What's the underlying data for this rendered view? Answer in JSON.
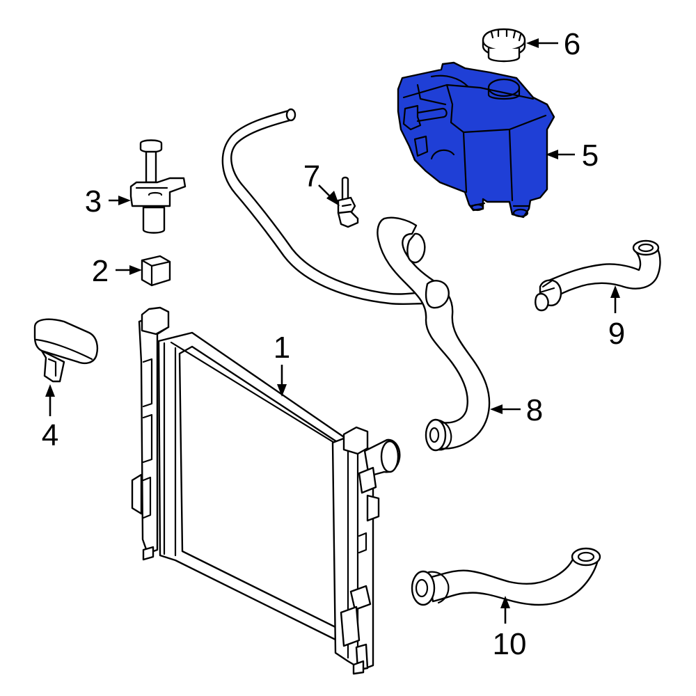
{
  "highlight_color": "#1f3fd6",
  "outline_color": "#000000",
  "callouts": [
    {
      "id": "1",
      "label": "1",
      "part": "radiator"
    },
    {
      "id": "2",
      "label": "2",
      "part": "square-insulator"
    },
    {
      "id": "3",
      "label": "3",
      "part": "upper-mount-bracket"
    },
    {
      "id": "4",
      "label": "4",
      "part": "lower-mount-bushing"
    },
    {
      "id": "5",
      "label": "5",
      "part": "coolant-reservoir",
      "highlighted": true
    },
    {
      "id": "6",
      "label": "6",
      "part": "reservoir-cap"
    },
    {
      "id": "7",
      "label": "7",
      "part": "temperature-sensor"
    },
    {
      "id": "8",
      "label": "8",
      "part": "upper-radiator-hose"
    },
    {
      "id": "9",
      "label": "9",
      "part": "reservoir-hose"
    },
    {
      "id": "10",
      "label": "10",
      "part": "lower-radiator-hose"
    }
  ]
}
